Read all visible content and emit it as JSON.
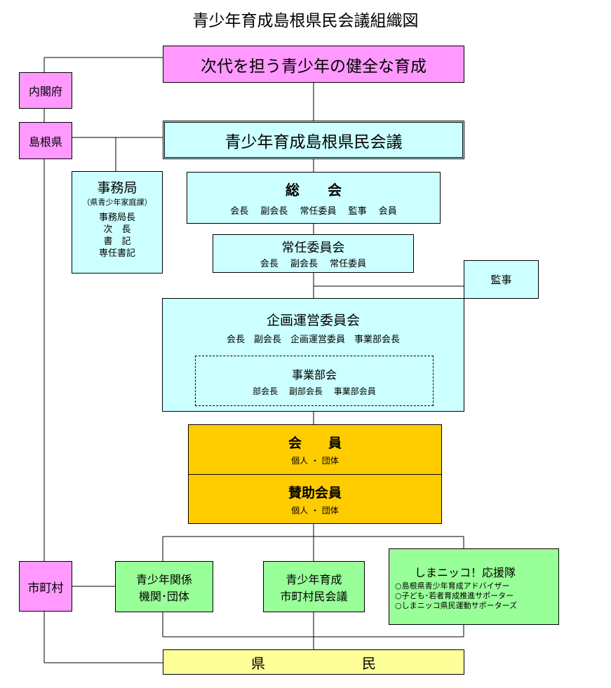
{
  "title": "青少年育成島根県民会議組織図",
  "mission": "次代を担う青少年の健全な育成",
  "cabinet": "内閣府",
  "prefecture": "島根県",
  "council": "青少年育成島根県民会議",
  "secretariat": {
    "name": "事務局",
    "note": "（県青少年家庭課）",
    "roles": [
      "事務局長",
      "次　長",
      "書　記",
      "専任書記"
    ]
  },
  "general_assembly": {
    "name": "総　　会",
    "members": "会長　 副会長　 常任委員　 監事　 会員"
  },
  "standing_committee": {
    "name": "常任委員会",
    "members": "会長　 副会長　 常任委員"
  },
  "auditor": "監事",
  "planning_committee": {
    "name": "企画運営委員会",
    "members": "会長　副会長　企画運営委員　事業部会長",
    "division": {
      "name": "事業部会",
      "members": "部会長　 副部会長　 事業部会員"
    }
  },
  "members_box": {
    "name": "会　　員",
    "sub": "個人 ・ 団体"
  },
  "supporting_members": {
    "name": "賛助会員",
    "sub": "個人 ・ 団体"
  },
  "municipality": "市町村",
  "youth_orgs": [
    "青少年関係",
    "機関･団体"
  ],
  "municipal_councils": [
    "青少年育成",
    "市町村民会議"
  ],
  "shimanikko": {
    "name": "しまニッコ！応援隊",
    "items": [
      "○島根県青少年育成アドバイザー",
      "○子ども･若者育成推進サポーター",
      "○しまニッコ県民運動サポーターズ"
    ]
  },
  "citizens": [
    "県",
    "民"
  ]
}
